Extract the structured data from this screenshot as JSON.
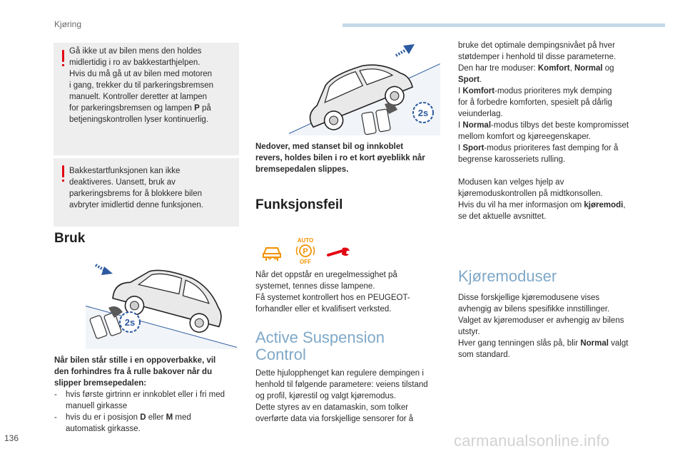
{
  "header": {
    "section": "Kjøring"
  },
  "footer": {
    "page_number": "136",
    "watermark": "carmanualsonline.info"
  },
  "left_column": {
    "warning_1": "Gå ikke ut av bilen mens den holdes midlertidig i ro av bakkestarthjelpen. Hvis du må gå ut av bilen med motoren i gang, trekker du til parkeringsbremsen manuelt. Kontroller deretter at lampen for parkeringsbremsen og lampen P på betjeningskontrollen lyser kontinuerlig.",
    "warning_1_lines": [
      "Gå ikke ut av bilen mens den holdes",
      "midlertidig i ro av bakkestarthjelpen.",
      "Hvis du må gå ut av bilen med motoren",
      "i gang, trekker du til parkeringsbremsen",
      "manuelt. Kontroller deretter at lampen",
      "for parkeringsbremsen og lampen ",
      "P",
      " på",
      "betjeningskontrollen lyser kontinuerlig."
    ],
    "warning_2_lines": [
      "Bakkestartfunksjonen kan ikke",
      "deaktiveres. Uansett, bruk av",
      "parkeringsbrems for å blokkere bilen",
      "avbryter imidlertid denne funksjonen."
    ],
    "heading_bruk": "Bruk",
    "uphill_caption_lines": [
      "Når bilen står stille i en oppoverbakke, vil",
      "den forhindres fra å rulle bakover når du",
      "slipper bremsepedalen:"
    ],
    "list": [
      {
        "dash": "-",
        "lines": [
          "hvis første girtrinn er innkoblet eller i fri med",
          "manuell girkasse"
        ]
      },
      {
        "dash": "-",
        "pre": "hvis du er i posisjon ",
        "b1": "D",
        "mid": " eller ",
        "b2": "M",
        "post": " med",
        "line2": "automatisk girkasse."
      }
    ],
    "badge_text": "2s"
  },
  "middle_column": {
    "downhill_caption_lines": [
      "Nedover, med stanset bil og innkoblet",
      "revers, holdes bilen i ro et kort øyeblikk når",
      "bremsepedalen slippes."
    ],
    "heading_funksjonsfeil": "Funksjonsfeil",
    "auto_icon": {
      "top": "AUTO",
      "center": "P",
      "bottom": "OFF"
    },
    "malfunction_lines": [
      "Når det oppstår en uregelmessighet på",
      "systemet, tennes disse lampene.",
      "Få systemet kontrollert hos en PEUGEOT-",
      "forhandler eller et kvalifisert verksted."
    ],
    "heading_active": [
      "Active Suspension",
      "Control"
    ],
    "active_lines": [
      "Dette hjulopphenget kan regulere dempingen i",
      "henhold til følgende parametere: veiens tilstand",
      "og profil, kjørestil og valgt kjøremodus.",
      "Dette styres av en datamaskin, som tolker",
      "overførte data via forskjellige sensorer for å"
    ],
    "badge_text": "2s"
  },
  "right_column": {
    "p1": [
      "bruke det optimale dempingsnivået på hver",
      "støtdemper i henhold til disse parameterne."
    ],
    "modes_line": {
      "pre": "Den har tre moduser: ",
      "m1": "Komfort",
      "sep": ", ",
      "m2": "Normal",
      "and": " og"
    },
    "sport_line": {
      "b": "Sport",
      "post": "."
    },
    "komfort_lines": {
      "pre": "I ",
      "b": "Komfort",
      "post": "-modus prioriteres myk demping",
      "l2": "for å forbedre komforten, spesielt på dårlig",
      "l3": "veiunderlag."
    },
    "normal_lines": {
      "pre": "I ",
      "b": "Normal",
      "post": "-modus tilbys det beste kompromisset",
      "l2": "mellom komfort og kjøreegenskaper."
    },
    "sport_lines": {
      "pre": "I ",
      "b": "Sport",
      "post": "-modus prioriteres fast demping for å",
      "l2": "begrense karosseriets rulling."
    },
    "p2": {
      "l1": "Modusen kan velges hjelp av",
      "l2": "kjøremoduskontrollen på midtkonsollen.",
      "l3_pre": "Hvis du vil ha mer informasjon om ",
      "l3_b": "kjøremodi",
      "l3_post": ",",
      "l4": "se det aktuelle avsnittet."
    },
    "heading_kjoremoduser": "Kjøremoduser",
    "p3": [
      "Disse forskjellige kjøremodusene vises",
      "avhengig av bilens spesifikke innstillinger.",
      "Valget av kjøremoduser er avhengig av bilens",
      "utstyr."
    ],
    "p3_last": {
      "pre": "Hver gang tenningen slås på, blir ",
      "b": "Normal",
      "post": " valgt",
      "l2": "som standard."
    }
  },
  "colors": {
    "accent_blue": "#7fa8c8",
    "warning_red": "#e30613",
    "warning_bg": "#eeeeee",
    "icon_orange": "#f39200",
    "hill_blue": "#2c5aa0"
  }
}
